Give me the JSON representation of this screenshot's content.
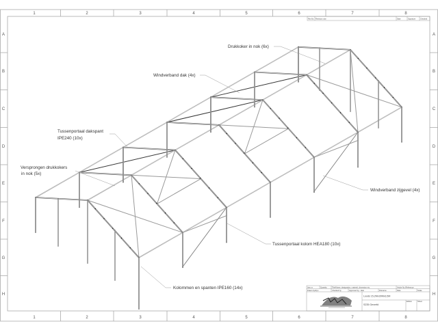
{
  "sheet": {
    "columns": [
      "1",
      "2",
      "3",
      "4",
      "5",
      "6",
      "7",
      "8"
    ],
    "rows": [
      "A",
      "B",
      "C",
      "D",
      "E",
      "F",
      "G",
      "H"
    ]
  },
  "revision_block": {
    "rev_no": "Rev.No",
    "revision_note": "Revision note",
    "date": "Date",
    "signature": "Signature",
    "checked": "Checked"
  },
  "labels": {
    "drukkoker": "Drukkoker in nok (6x)",
    "windverband_dak": "Windverband dak (4x)",
    "tussenportaal_dakspant_1": "Tussenportaal dakspant",
    "tussenportaal_dakspant_2": "IPE240 (10x)",
    "verspronge_1": "Versprongen drukkokers",
    "verspronge_2": "in nok (5x)",
    "windverband_zijgevel": "Windverband zijgevel (4x)",
    "tussenportaal_kolom": "Tussenportaal kolom HEA180 (10x)",
    "kolommen": "Kolommen en spanten IPE160 (14x)"
  },
  "title_block": {
    "item_nr": "Item nr",
    "quantity": "Quantity",
    "title_name": "Title/Name, designation, material, dimension etc",
    "article_no": "Article No./Reference",
    "drawn_by": "Drawn by/Dyn",
    "checked_by": "Checked by",
    "approved_by": "Approved by - date",
    "filename": "Filename",
    "date": "Date",
    "scale": "Scale",
    "title": "Loods 15,2Mx30Mx3,5M",
    "material": "S235 Geverfd",
    "edition": "Edition",
    "sheet": "Sheet",
    "logo_text": "logo"
  },
  "colors": {
    "structure": "#666666",
    "bracing": "#333333",
    "frame": "#aaaaaa"
  }
}
